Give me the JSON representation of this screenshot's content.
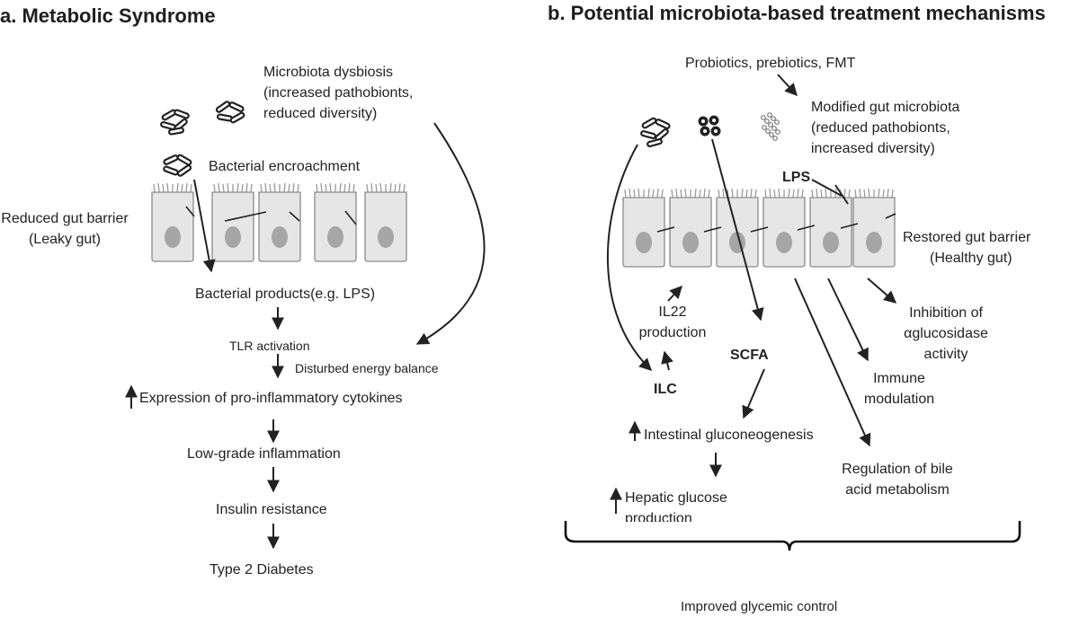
{
  "panel_a": {
    "title": "a. Metabolic Syndrome",
    "dysbiosis": [
      "Microbiota dysbiosis",
      "(increased pathobionts,",
      "reduced diversity)"
    ],
    "encroachment": "Bacterial encroachment",
    "gut_barrier": [
      "Reduced gut barrier",
      "(Leaky gut)"
    ],
    "bacterial_products": "Bacterial products(e.g. LPS)",
    "tlr": "TLR activation",
    "energy": "Disturbed energy balance",
    "cytokines": "Expression of pro-inflammatory cytokines",
    "inflammation": "Low-grade inflammation",
    "insulin": "Insulin resistance",
    "diabetes": "Type 2 Diabetes"
  },
  "panel_b": {
    "title": "b. Potential microbiota-based treatment mechanisms",
    "treatments": "Probiotics, prebiotics, FMT",
    "modified": [
      "Modified gut microbiota",
      "(reduced pathobionts,",
      "increased diversity)"
    ],
    "lps": "LPS",
    "restored": [
      "Restored gut barrier",
      "(Healthy gut)"
    ],
    "il22": [
      "IL22",
      "production"
    ],
    "ilc": "ILC",
    "scfa": "SCFA",
    "inhibition": [
      "Inhibition of",
      "αglucosidase",
      "activity"
    ],
    "immune": [
      "Immune",
      "modulation"
    ],
    "gluconeogenesis": "Intestinal gluconeogenesis",
    "hepatic": [
      "Hepatic glucose",
      "production"
    ],
    "bile": [
      "Regulation of bile",
      "acid metabolism"
    ],
    "improved": "Improved glycemic control"
  },
  "colors": {
    "ink": "#222222",
    "cell_fill": "#e6e6e6",
    "cell_stroke": "#8a8a8a",
    "nucleus": "#a6a6a6"
  }
}
